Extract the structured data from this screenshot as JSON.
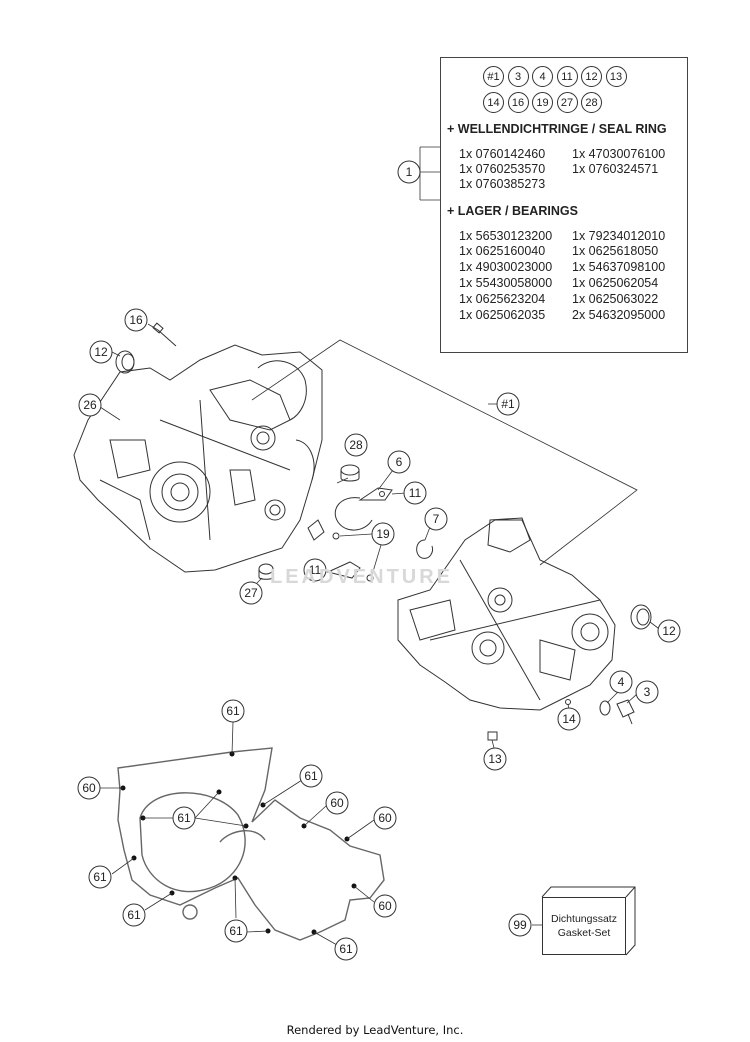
{
  "diagram": {
    "kit_set": {
      "callout": "#1",
      "included_parts": [
        "#1",
        "3",
        "4",
        "11",
        "12",
        "13",
        "14",
        "16",
        "19",
        "27",
        "28"
      ]
    },
    "seal_rings": {
      "header": "+ WELLENDICHTRINGE / SEAL RING",
      "items_left": [
        "1x 0760142460",
        "1x 0760253570",
        "1x 0760385273"
      ],
      "items_right": [
        "1x 47030076100",
        "1x 0760324571"
      ]
    },
    "bearings": {
      "header": "+ LAGER / BEARINGS",
      "items_left": [
        "1x 56530123200",
        "1x 0625160040",
        "1x 49030023000",
        "1x 55430058000",
        "1x 0625623204",
        "1x 0625062035"
      ],
      "items_right": [
        "1x 79234012010",
        "1x 0625618050",
        "1x 54637098100",
        "1x 0625062054",
        "1x 0625063022",
        "2x 54632095000"
      ]
    },
    "callouts": {
      "c1": "1",
      "c16": "16",
      "c12a": "12",
      "c26": "26",
      "c1set": "#1",
      "c28": "28",
      "c6": "6",
      "c11a": "11",
      "c7": "7",
      "c19": "19",
      "c11b": "11",
      "c27": "27",
      "c12b": "12",
      "c4": "4",
      "c3": "3",
      "c14": "14",
      "c13": "13",
      "g61a": "61",
      "g60a": "60",
      "g61b": "61",
      "g61c": "61",
      "g60b": "60",
      "g60c": "60",
      "g61d": "61",
      "g60d": "60",
      "g61e": "61",
      "g61f": "61",
      "g61g": "61",
      "c99": "99"
    },
    "gasket_kit": {
      "line1": "Dichtungssatz",
      "line2": "Gasket-Set"
    },
    "watermark": "LEADVENTURE",
    "footer": "Rendered by LeadVenture, Inc."
  }
}
